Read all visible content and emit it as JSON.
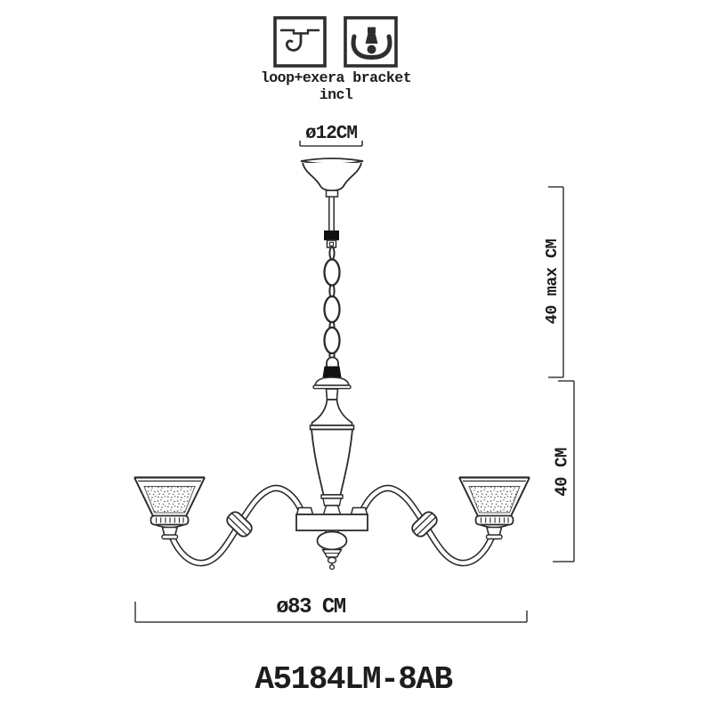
{
  "product": {
    "model": "A5184LM-8AB"
  },
  "header": {
    "caption_line1": "loop+exera bracket",
    "caption_line2": "incl",
    "icons": [
      {
        "name": "ceiling-hook-icon"
      },
      {
        "name": "mounting-bracket-icon"
      }
    ]
  },
  "dimensions": {
    "canopy_diameter": "ø12CM",
    "chain_length": "40 max CM",
    "fixture_height": "40 CM",
    "fixture_diameter": "ø83 CM"
  },
  "drawing": {
    "type": "technical line drawing",
    "subject": "chandelier with chain suspension, central vase column and two cone glass shades"
  },
  "colors": {
    "background": "#ffffff",
    "line": "#2b2b2b",
    "dimension_line": "#3c3c3c",
    "text": "#1d1d1d",
    "connector_fill": "#111111"
  }
}
